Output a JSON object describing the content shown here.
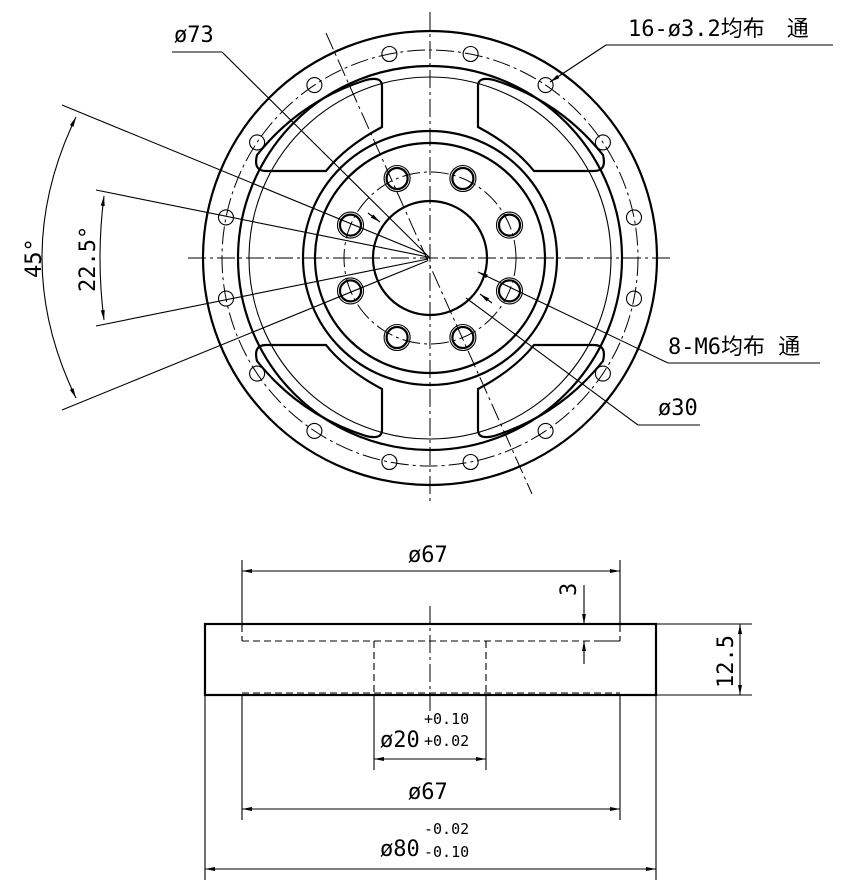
{
  "drawing": {
    "top_view": {
      "label_phi73": "ø73",
      "label_holes16": "16-ø3.2均布　通",
      "label_angle45": "45°",
      "label_angle22": "22.5°",
      "label_m6": "8-M6均布 通",
      "label_phi30": "ø30"
    },
    "side_view": {
      "label_phi67_top": "ø67",
      "label_depth3": "3",
      "label_thickness": "12.5",
      "label_phi20": "ø20",
      "tol_phi20_upper": "+0.10",
      "tol_phi20_lower": "+0.02",
      "label_phi67_bottom": "ø67",
      "label_phi80": "ø80",
      "tol_phi80_upper": "-0.02",
      "tol_phi80_lower": "-0.10"
    }
  }
}
